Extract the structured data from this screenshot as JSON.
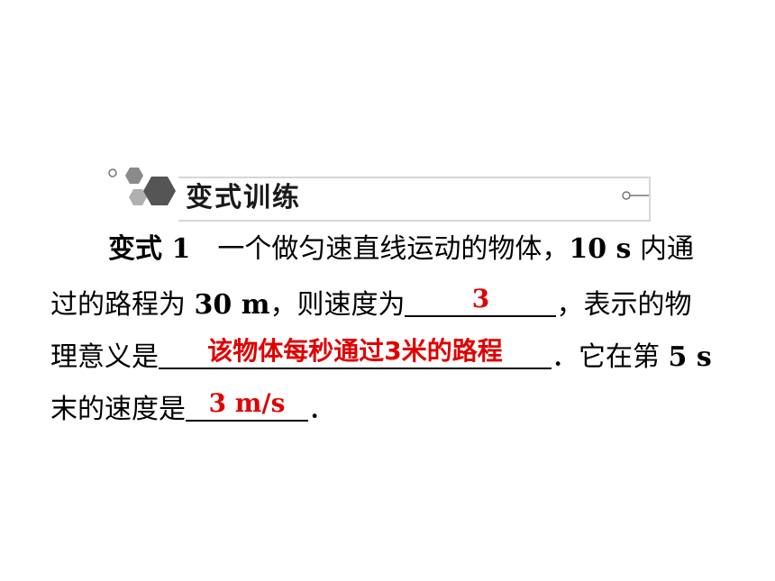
{
  "banner": {
    "title": "变式训练"
  },
  "exercise": {
    "line1": {
      "label": "变式 1",
      "text_a": "　一个做匀速直线运动的物体，",
      "num_a": "10 s",
      "text_b": "内通"
    },
    "line2": {
      "text_a": "过的路程为",
      "num_a": "30 m",
      "text_b": "，则速度为",
      "answer": "3",
      "text_c": "，表示的物"
    },
    "line3": {
      "text_a": "理意义是",
      "answer": "该物体每秒通过3米的路程",
      "text_b": "．它在第",
      "num_a": "5 s"
    },
    "line4": {
      "text_a": "末的速度是",
      "answer": "3 m/s",
      "text_b": "．"
    }
  },
  "colors": {
    "answer": "#e00000",
    "banner_hex": "#555555",
    "banner_rule": "#d6d6d6"
  }
}
